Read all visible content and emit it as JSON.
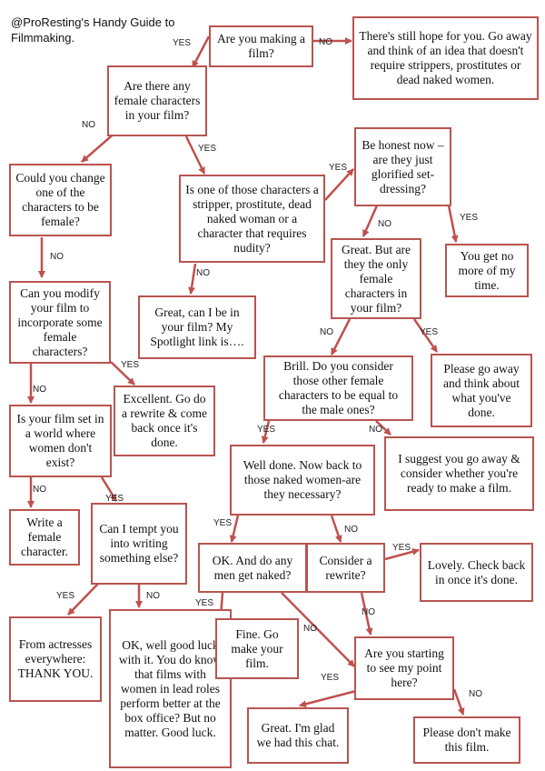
{
  "title": "@ProResting's Handy Guide to Filmmaking.",
  "colors": {
    "box_border": "#b85450",
    "arrow": "#c0504d",
    "text": "#111111"
  },
  "nodes": {
    "making_film": "Are you making a film?",
    "still_hope": "There's still hope for you. Go away and think of an idea that doesn't require strippers, prostitutes or dead naked women.",
    "female_chars": "Are there any female characters in your film?",
    "change_one": "Could you change one of the characters to be female?",
    "stripper": "Is one of those characters a stripper, prostitute, dead naked woman or a character that requires nudity?",
    "set_dressing": "Be honest now – are they just glorified set-dressing?",
    "no_more_time": "You get no more of my time.",
    "only_female": "Great. But are they the only female characters in your film?",
    "be_in_film": "Great, can I be in your film? My Spotlight link is….",
    "modify_film": "Can you modify your film to incorporate some female characters?",
    "equal_male": "Brill. Do you consider those other female characters to be equal to the male ones?",
    "go_away_think": "Please go away and think about what you've done.",
    "excellent_rewrite": "Excellent. Go do a rewrite & come back once it's done.",
    "world_no_women": "Is your film set in a world where women don't exist?",
    "naked_necessary": "Well done. Now back to those naked women-are they necessary?",
    "go_away_ready": "I suggest you go away & consider whether you're ready to make a film.",
    "write_female": "Write a female character.",
    "tempt_writing": "Can I tempt you into writing something else?",
    "men_naked": "OK. And do any men get naked?",
    "consider_rewrite": "Consider a rewrite?",
    "lovely_check": "Lovely. Check back in once it's done.",
    "from_actresses": "From actresses everywhere: THANK YOU.",
    "ok_well_good": "OK, well good luck with it. You do know that films with women in lead roles perform better at the box office? But no matter. Good luck.",
    "fine_go": "Fine. Go make your film.",
    "see_point": "Are you starting to see my point here?",
    "glad_chat": "Great. I'm glad we had this chat.",
    "dont_make": "Please don't make this film."
  },
  "labels": {
    "yes": "YES",
    "no": "NO"
  }
}
